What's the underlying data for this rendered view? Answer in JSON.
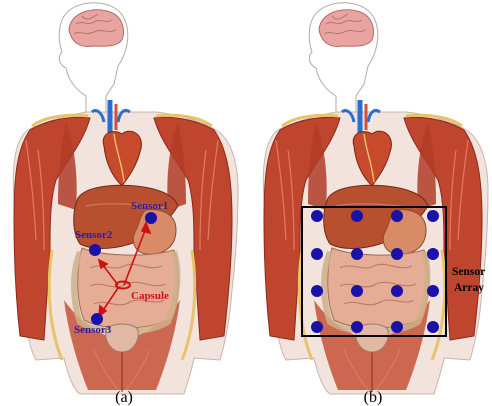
{
  "colors": {
    "sensor_dot": "#1a12a8",
    "sensor_label": "#2a1e9a",
    "capsule": "#d01010",
    "capsule_label": "#d01010",
    "array_box": "#000000",
    "skin": "#f2e3dc",
    "muscle": "#c0452e",
    "bone_fat": "#e8c36a",
    "brain": "#e8a4a0",
    "liver": "#b8502f",
    "stomach": "#d98a66",
    "intestine": "#e6ad96",
    "colon": "#d9c3a8",
    "heart": "#c84a2c",
    "artery": "#2a6ed0"
  },
  "panel_a": {
    "caption": "(a)",
    "sensors": [
      {
        "label": "Sensor1"
      },
      {
        "label": "Sensor2"
      },
      {
        "label": "Sensor3"
      }
    ],
    "capsule_label": "Capsule"
  },
  "panel_b": {
    "caption": "(b)",
    "array_label_line1": "Sensor",
    "array_label_line2": "Array"
  }
}
